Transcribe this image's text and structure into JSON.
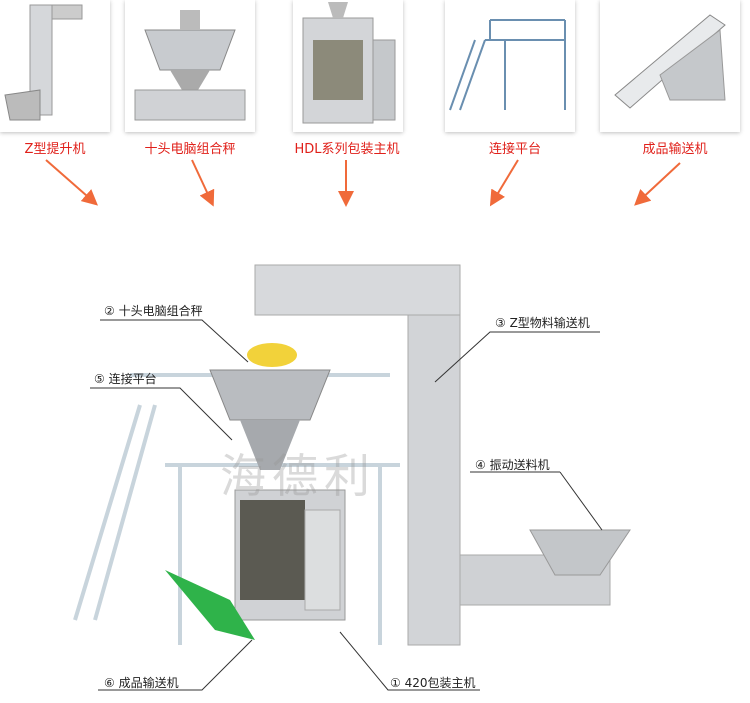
{
  "top_items": [
    {
      "label": "Z型提升机"
    },
    {
      "label": "十头电脑组合秤"
    },
    {
      "label": "HDL系列包装主机"
    },
    {
      "label": "连接平台"
    },
    {
      "label": "成品输送机"
    }
  ],
  "callouts": [
    {
      "label": "② 十头电脑组合秤"
    },
    {
      "label": "⑤ 连接平台"
    },
    {
      "label": "③ Z型物料输送机"
    },
    {
      "label": "④ 振动送料机"
    },
    {
      "label": "⑥ 成品输送机"
    },
    {
      "label": "① 420包装主机"
    }
  ],
  "watermark": "海德利",
  "colors": {
    "label": "#e0201a",
    "arrow": "#f06a3a",
    "steel": "#c9ccd0",
    "conveyor": "#2fb34a"
  }
}
